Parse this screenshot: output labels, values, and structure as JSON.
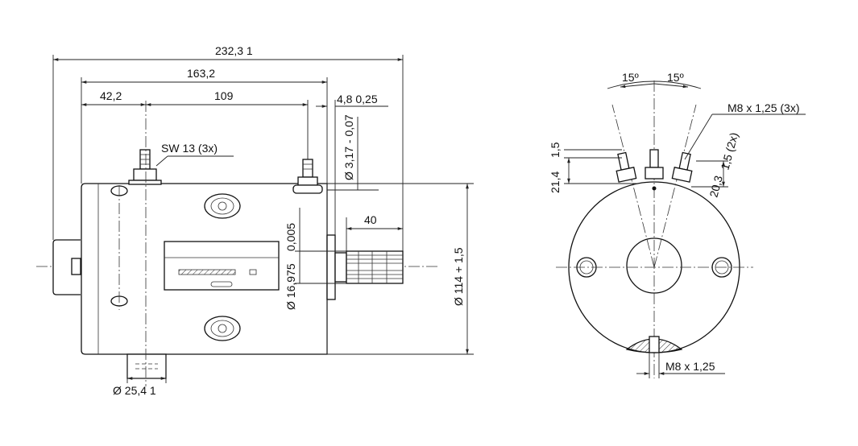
{
  "side_view": {
    "overall_length": "232,3  1",
    "body_length": "163,2",
    "left_offset": "42,2",
    "terminal_spacing": "109",
    "flange_dims": "4,8  0,25",
    "terminal_wrench": "SW 13 (3x)",
    "shaft_flat": "Ø 3,17 - 0,07",
    "shaft_tolerance": "0,005",
    "shaft_diameter": "Ø 16,975",
    "shaft_length": "40",
    "body_diameter": "Ø 114 + 1,5",
    "foot_diameter": "Ø 25,4  1"
  },
  "end_view": {
    "angle_left": "15º",
    "angle_right": "15º",
    "terminal_thread": "M8 x 1,25 (3x)",
    "height_small": "1,5",
    "height_large": "21,4",
    "chamfer": "1,5 (2x)",
    "offset": "20,3",
    "mount_thread": "M8 x 1,25"
  }
}
